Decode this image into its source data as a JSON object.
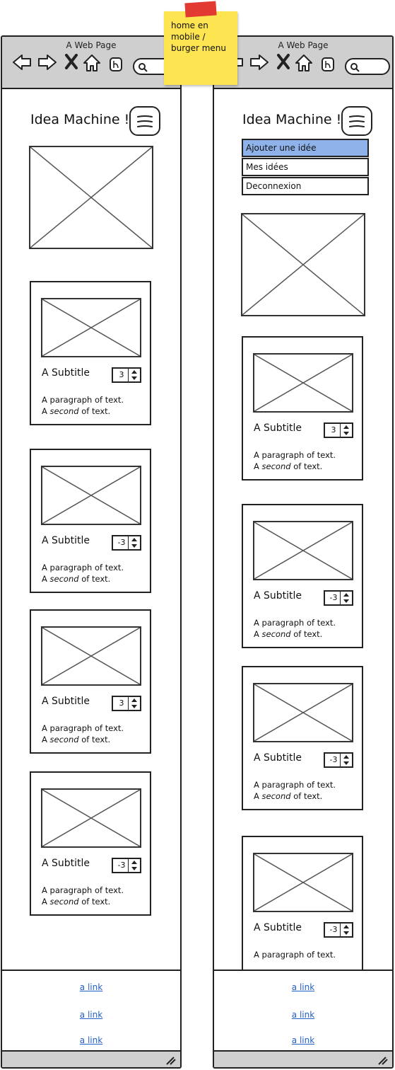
{
  "left": {
    "window_title": "A Web Page",
    "app_title": "Idea Machine !",
    "cards": [
      {
        "subtitle": "A Subtitle",
        "votes": "3",
        "para_line1": "A paragraph of text.",
        "para_prefix": "A ",
        "para_em": "second",
        "para_suffix": " of text."
      },
      {
        "subtitle": "A Subtitle",
        "votes": "-3",
        "para_line1": "A paragraph of text.",
        "para_prefix": "A ",
        "para_em": "second",
        "para_suffix": " of text."
      },
      {
        "subtitle": "A Subtitle",
        "votes": "3",
        "para_line1": "A paragraph of text.",
        "para_prefix": "A ",
        "para_em": "second",
        "para_suffix": " of text."
      },
      {
        "subtitle": "A Subtitle",
        "votes": "-3",
        "para_line1": "A paragraph of text.",
        "para_prefix": "A ",
        "para_em": "second",
        "para_suffix": " of text."
      }
    ],
    "footer_links": [
      "a link",
      "a link",
      "a link"
    ]
  },
  "right": {
    "window_title": "A Web Page",
    "app_title": "Idea Machine !",
    "menu": [
      "Ajouter une idée",
      "Mes idées",
      "Deconnexion"
    ],
    "menu_active_index": 0,
    "cards": [
      {
        "subtitle": "A Subtitle",
        "votes": "3",
        "para_line1": "A paragraph of text.",
        "para_prefix": "A ",
        "para_em": "second",
        "para_suffix": " of text."
      },
      {
        "subtitle": "A Subtitle",
        "votes": "-3",
        "para_line1": "A paragraph of text.",
        "para_prefix": "A ",
        "para_em": "second",
        "para_suffix": " of text."
      },
      {
        "subtitle": "A Subtitle",
        "votes": "-3",
        "para_line1": "A paragraph of text.",
        "para_prefix": "A ",
        "para_em": "second",
        "para_suffix": " of text."
      },
      {
        "subtitle": "A Subtitle",
        "votes": "-3",
        "para_line1": "A paragraph of text.",
        "para_prefix": "",
        "para_em": "",
        "para_suffix": ""
      }
    ],
    "footer_links": [
      "a link",
      "a link",
      "a link"
    ]
  },
  "sticky_note": [
    "home en",
    "mobile /",
    "burger menu"
  ],
  "icons": [
    "back-icon",
    "forward-icon",
    "stop-icon",
    "home-icon",
    "bookmark-icon",
    "search-icon",
    "burger-menu-icon",
    "resize-grip-icon",
    "image-placeholder-icon"
  ],
  "colors": {
    "chrome": "#cfcfcf",
    "menu_active": "#8fb2ea",
    "link": "#2460c8",
    "sticky": "#fde451",
    "tape": "#e23a32"
  }
}
